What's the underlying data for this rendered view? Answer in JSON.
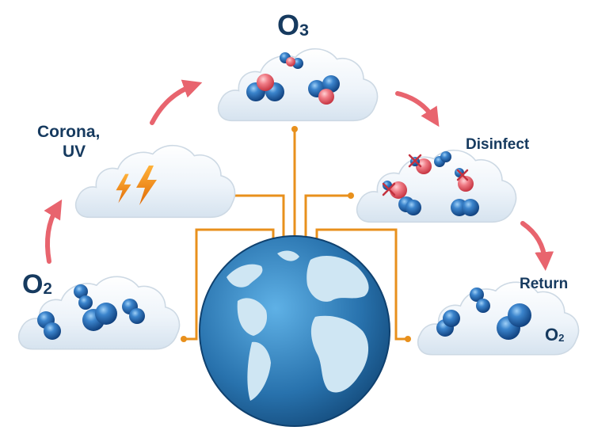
{
  "labels": {
    "o3": {
      "main": "O",
      "sub": "3"
    },
    "corona": {
      "line1": "Corona,",
      "line2": "UV"
    },
    "disinfect": "Disinfect",
    "o2_left": {
      "main": "O",
      "sub": "2"
    },
    "return": "Return",
    "o2_right": {
      "main": "O",
      "sub": "2"
    }
  },
  "colors": {
    "connector": "#e8901c",
    "arrow": "#e8646e",
    "label": "#163a5f",
    "molecule_blue": "#1d5fa8",
    "molecule_red": "#e8646e",
    "lightning": "#f08a12",
    "ocean": "#2f7fb8",
    "land": "#cfe6f3"
  },
  "icons": [
    "lightning-icon",
    "globe-icon",
    "oxygen-molecule",
    "ozone-molecule",
    "cycle-arrow"
  ]
}
